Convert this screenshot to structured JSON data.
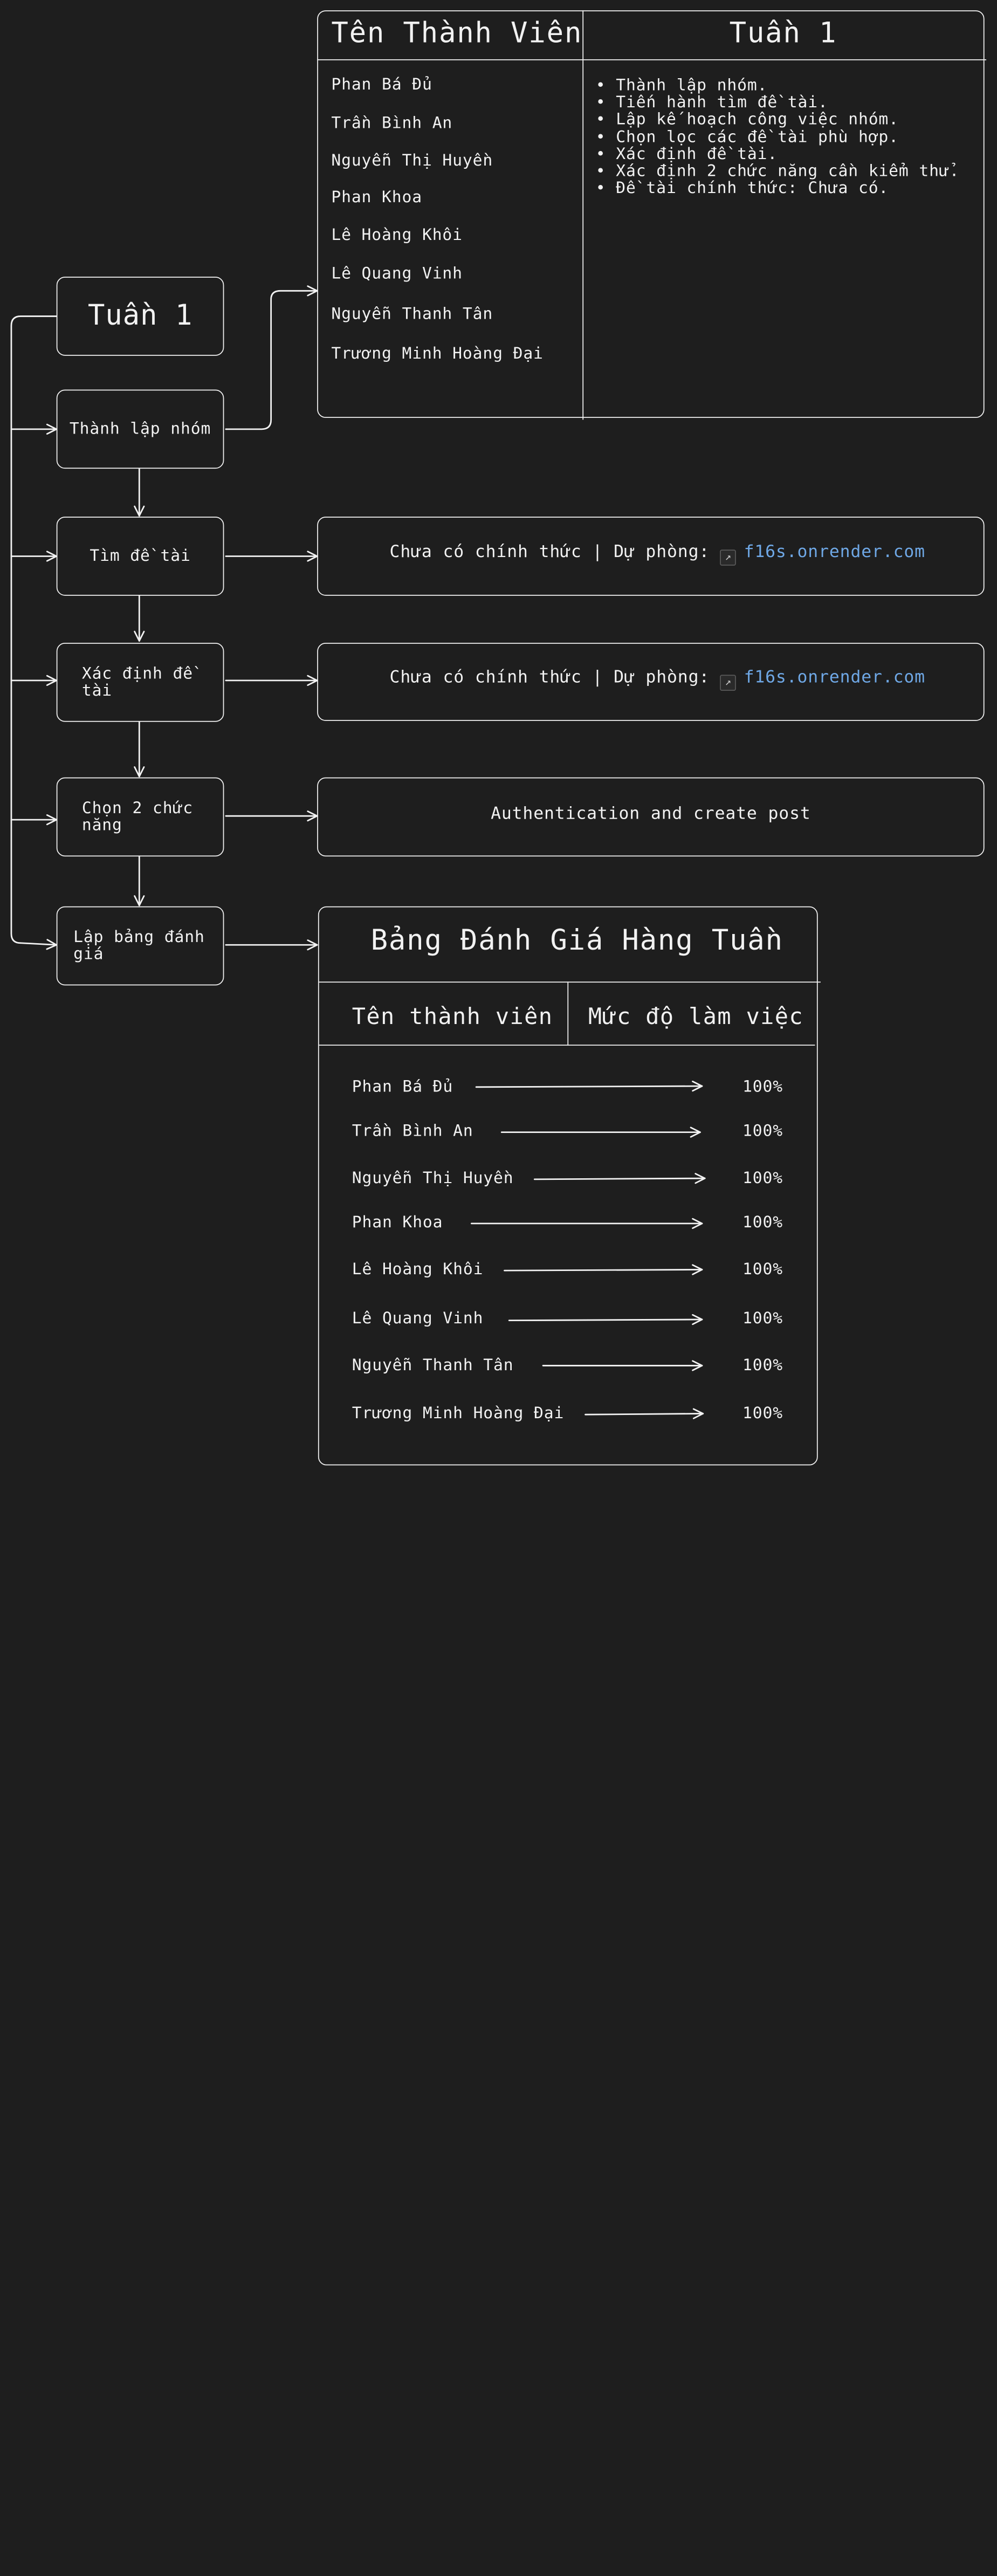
{
  "flow": {
    "week_node": "Tuần 1",
    "steps": [
      "Thành lập nhóm",
      "Tìm đề tài",
      "Xác định đề tài",
      "Chọn 2 chức năng",
      "Lập bảng đánh giá"
    ]
  },
  "members_table": {
    "header_name": "Tên Thành Viên",
    "header_week": "Tuần 1",
    "members": [
      "Phan Bá Đủ",
      "Trần Bình An",
      "Nguyễn Thị Huyền",
      "Phan Khoa",
      "Lê Hoàng Khôi",
      "Lê Quang Vinh",
      "Nguyễn Thanh Tân",
      "Trương Minh Hoàng Đại"
    ],
    "tasks": [
      "Thành lập nhóm.",
      "Tiến hành tìm đề tài.",
      "Lập kế hoạch công việc nhóm.",
      "Chọn lọc các đề tài phù hợp.",
      "Xác định đề tài.",
      "Xác định 2 chức năng cần kiểm thử.",
      "Đề tài chính thức: Chưa có."
    ],
    "bullet": "•"
  },
  "topic_box_1": {
    "text": "Chưa có chính thức | Dự phòng:",
    "link": "f16s.onrender.com",
    "link_icon": "external-link-icon"
  },
  "topic_box_2": {
    "text": "Chưa có chính thức | Dự phòng:",
    "link": "f16s.onrender.com",
    "link_icon": "external-link-icon"
  },
  "features_box": {
    "text": "Authentication and create post"
  },
  "eval_table": {
    "title": "Bảng Đánh Giá Hàng Tuần",
    "header_name": "Tên thành viên",
    "header_level": "Mức độ làm việc",
    "rows": [
      {
        "name": "Phan Bá Đủ",
        "value": "100%"
      },
      {
        "name": "Trần Bình An",
        "value": "100%"
      },
      {
        "name": "Nguyễn Thị Huyền",
        "value": "100%"
      },
      {
        "name": "Phan Khoa",
        "value": "100%"
      },
      {
        "name": "Lê Hoàng Khôi",
        "value": "100%"
      },
      {
        "name": "Lê Quang Vinh",
        "value": "100%"
      },
      {
        "name": "Nguyễn Thanh Tân",
        "value": "100%"
      },
      {
        "name": "Trương Minh Hoàng Đại",
        "value": "100%"
      }
    ]
  },
  "colors": {
    "background": "#1e1e1e",
    "stroke": "#f2f2f2",
    "link": "#6fa8e6"
  }
}
